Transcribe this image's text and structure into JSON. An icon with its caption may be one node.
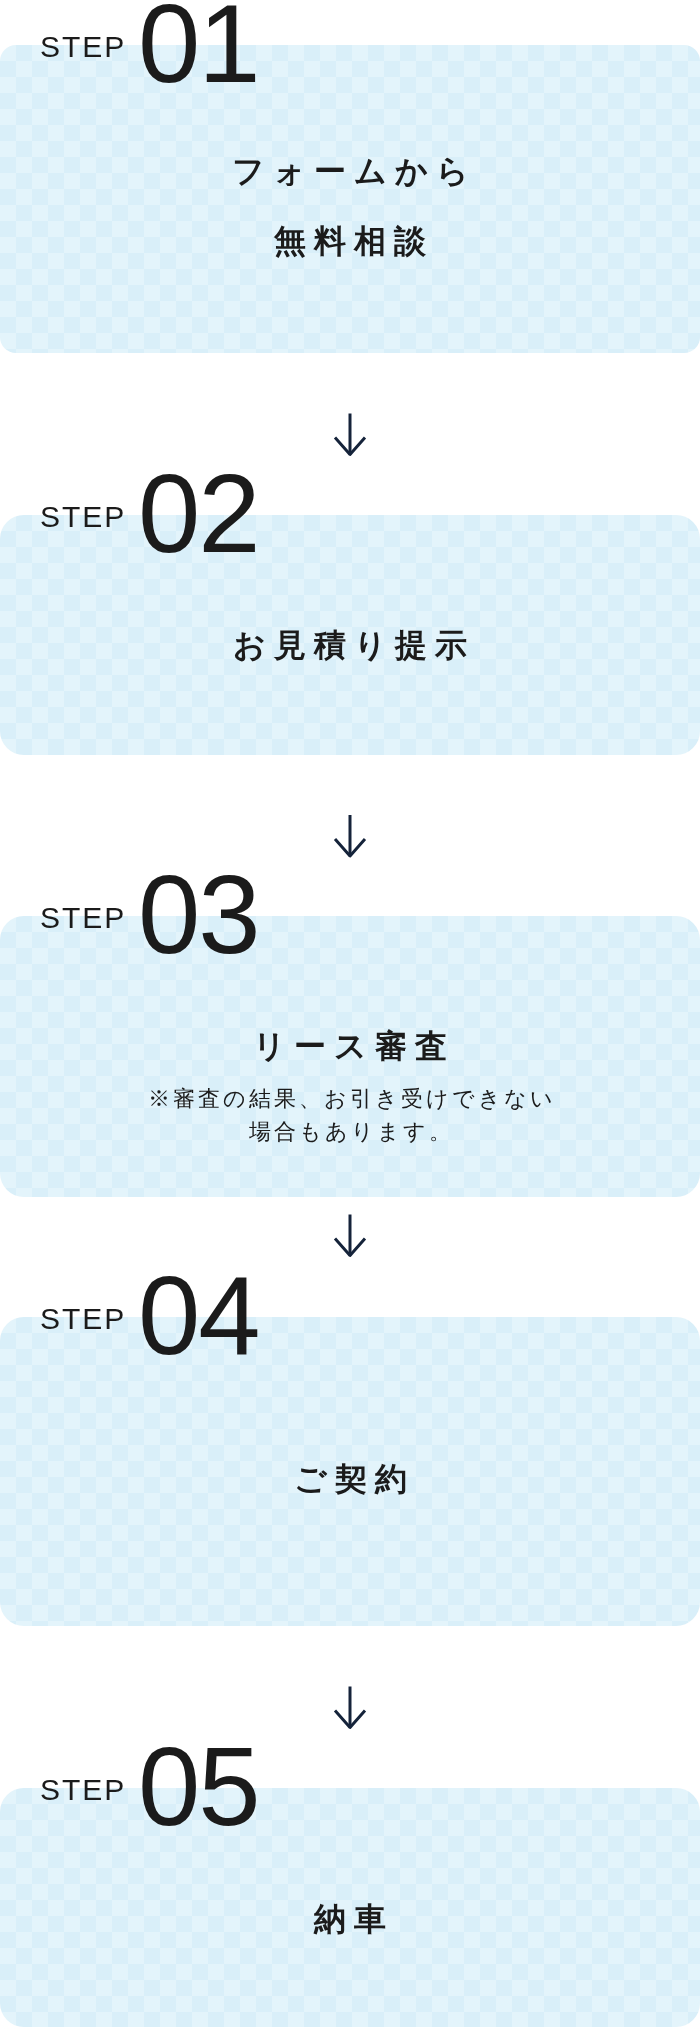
{
  "diagram": {
    "nodes": [
      {
        "text": [
          "STEP",
          "01",
          "フォームから無料相談"
        ]
      },
      {
        "text": [
          "STEP",
          "02",
          "お見積り提示"
        ]
      },
      {
        "text": [
          "STEP",
          "03",
          "リース審査",
          "※審査の結果、お引き受けできない場合もあります。"
        ]
      },
      {
        "text": [
          "STEP",
          "04",
          "ご契約"
        ]
      },
      {
        "text": [
          "STEP",
          "05",
          "納車"
        ]
      }
    ],
    "edges": [
      {
        "from": 0,
        "to": 1,
        "arrow": "to"
      },
      {
        "from": 1,
        "to": 2,
        "arrow": "to"
      },
      {
        "from": 2,
        "to": 3,
        "arrow": "to"
      },
      {
        "from": 3,
        "to": 4,
        "arrow": "to"
      }
    ]
  }
}
